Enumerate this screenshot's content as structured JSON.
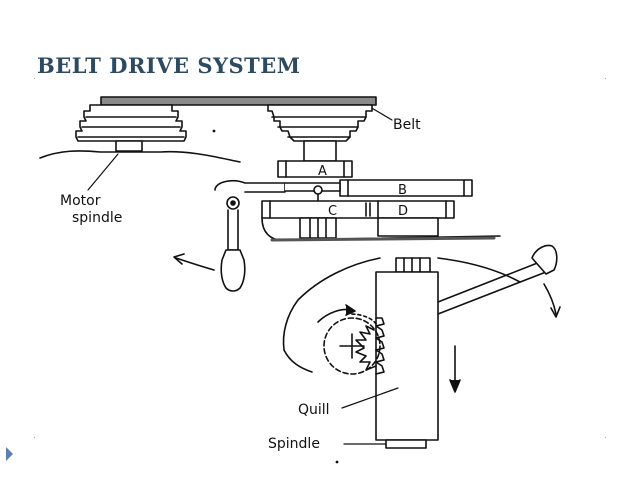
{
  "slide": {
    "title": "BELT DRIVE SYSTEM",
    "nav_icon": "play-triangle-icon"
  },
  "diagram": {
    "labels": {
      "belt": "Belt",
      "motor_spindle_line1": "Motor",
      "motor_spindle_line2": "spindle",
      "pulley_a": "A",
      "pulley_b": "B",
      "pulley_c": "C",
      "pulley_d": "D",
      "quill": "Quill",
      "spindle": "Spindle"
    }
  }
}
